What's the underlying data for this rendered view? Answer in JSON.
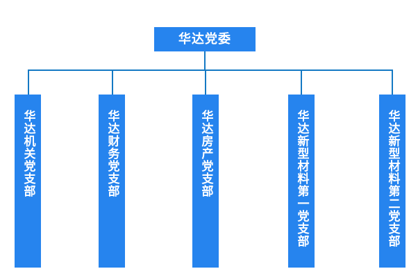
{
  "chart": {
    "type": "org-chart",
    "background_color": "#ffffff",
    "node_color": "#2684ee",
    "line_color": "#1479c4",
    "text_color": "#ffffff",
    "root": {
      "label": "华达党委"
    },
    "children": [
      {
        "label": "华达机关党支部"
      },
      {
        "label": "华达财务党支部"
      },
      {
        "label": "华达房产党支部"
      },
      {
        "label": "华达新型材料第一党支部"
      },
      {
        "label": "华达新型材料第二党支部"
      }
    ]
  }
}
